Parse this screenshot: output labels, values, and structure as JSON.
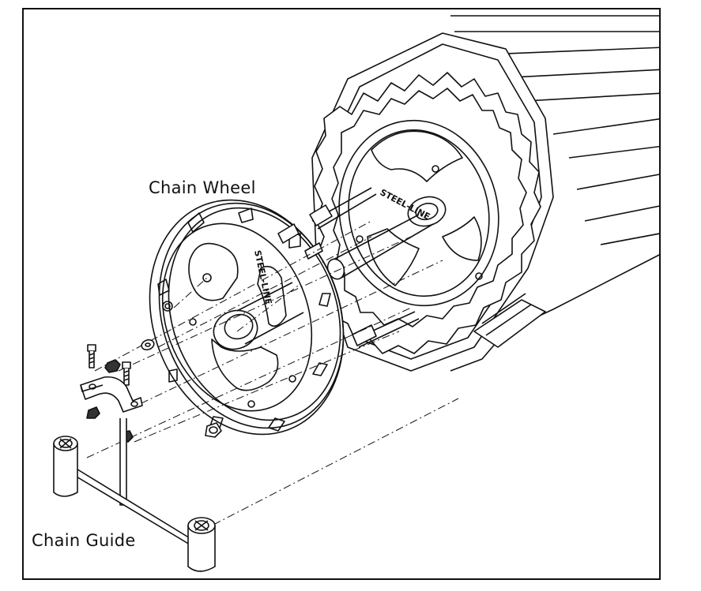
{
  "labels": {
    "chain_wheel": "Chain Wheel",
    "chain_guide": "Chain Guide"
  },
  "wheel_brand": "STEEL-LINE",
  "parts": [
    {
      "name": "roller-barrel"
    },
    {
      "name": "chain-wheel"
    },
    {
      "name": "chain-guide"
    },
    {
      "name": "pipe-clamp"
    },
    {
      "name": "bolts"
    },
    {
      "name": "nuts"
    }
  ],
  "colors": {
    "line": "#111111",
    "background": "#ffffff"
  }
}
